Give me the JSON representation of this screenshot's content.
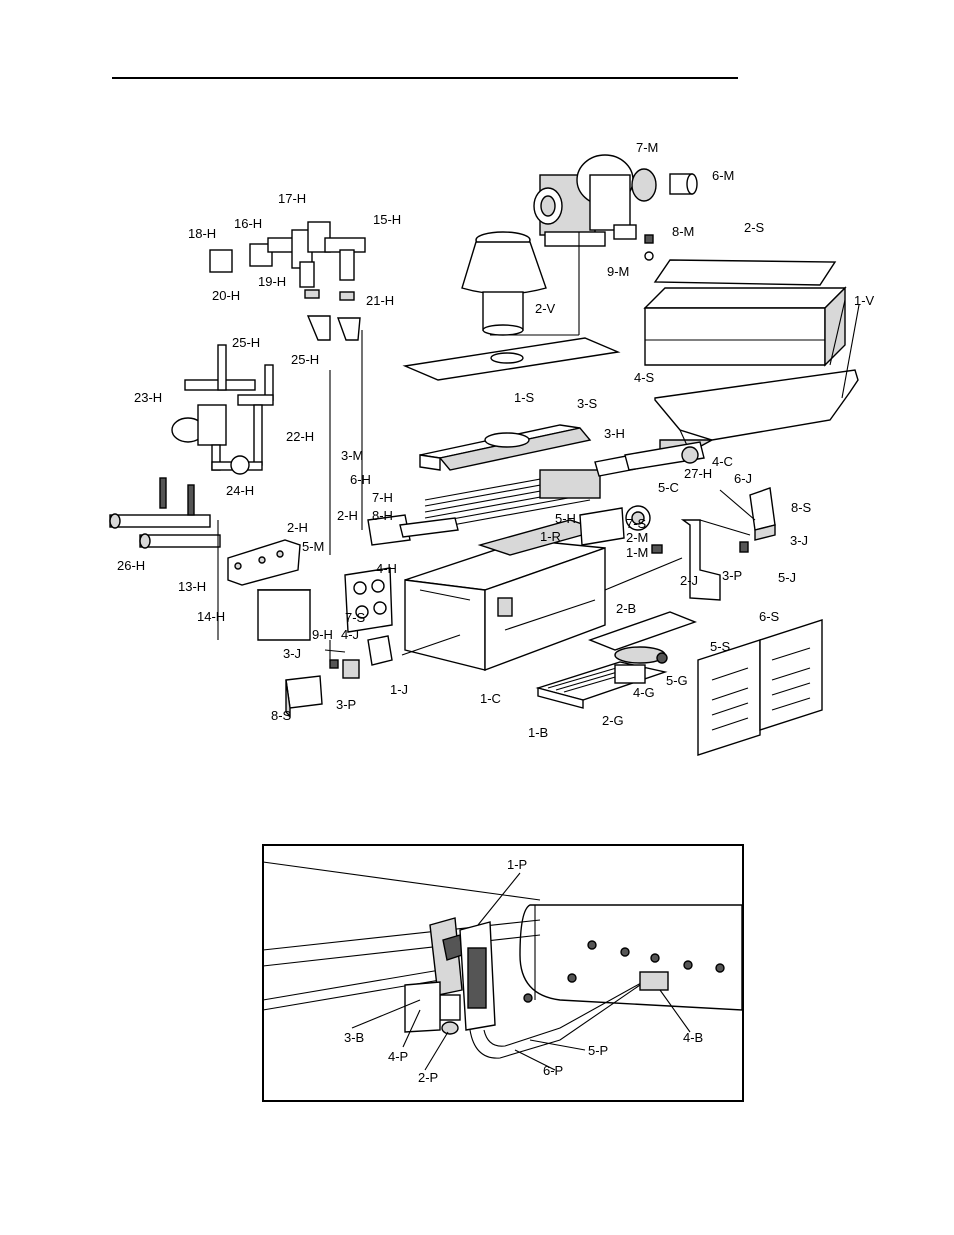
{
  "figure": {
    "exploded_view_labels": [
      "7-M",
      "6-M",
      "2-S",
      "8-M",
      "9-M",
      "1-V",
      "17-H",
      "16-H",
      "15-H",
      "18-H",
      "20-H",
      "19-H",
      "21-H",
      "2-V",
      "1-S",
      "4-S",
      "25-H",
      "25-H",
      "23-H",
      "22-H",
      "24-H",
      "3-S",
      "3-H",
      "27-H",
      "4-C",
      "5-C",
      "6-J",
      "8-S",
      "3-M",
      "6-H",
      "7-H",
      "8-H",
      "2-H",
      "5-H",
      "7-S",
      "2-M",
      "1-M",
      "3-J",
      "5-J",
      "2-J",
      "3-P",
      "2-H",
      "5-M",
      "4-H",
      "1-R",
      "26-H",
      "13-H",
      "14-H",
      "7-S",
      "9-H",
      "4-J",
      "3-J",
      "1-J",
      "3-P",
      "8-S",
      "1-C",
      "2-B",
      "5-G",
      "4-G",
      "2-G",
      "1-B",
      "5-S",
      "6-S"
    ],
    "detail_view_labels": [
      "1-P",
      "3-B",
      "4-P",
      "2-P",
      "5-P",
      "6-P",
      "4-B"
    ]
  }
}
